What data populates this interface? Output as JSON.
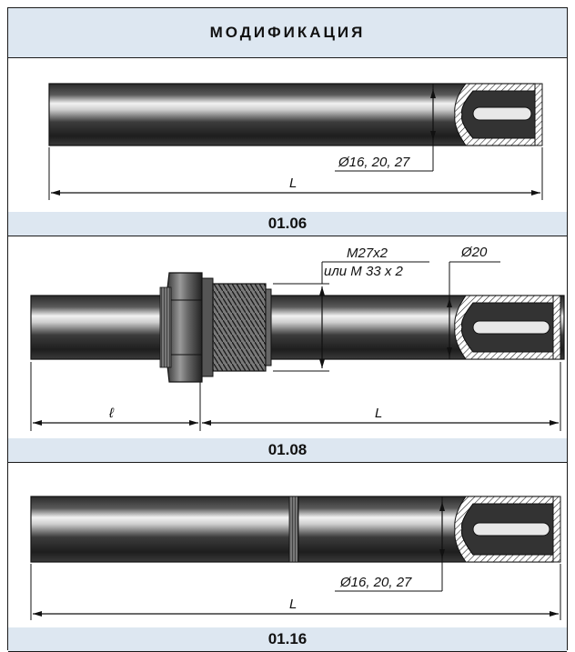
{
  "header": {
    "title": "МОДИФИКАЦИЯ"
  },
  "sections": [
    {
      "code": "01.06",
      "diameter": "Ø16, 20, 27",
      "length": "L"
    },
    {
      "code": "01.08",
      "thread_line1": "M27x2",
      "thread_line2": "или M 33 x 2",
      "diameter": "Ø20",
      "nut_length": "ℓ",
      "length": "L"
    },
    {
      "code": "01.16",
      "diameter": "Ø16, 20, 27",
      "length": "L"
    }
  ]
}
